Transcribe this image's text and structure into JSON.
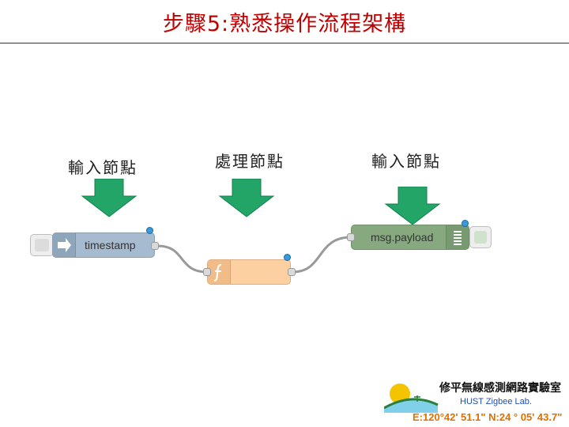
{
  "slide": {
    "title": "步驟5:熟悉操作流程架構"
  },
  "annotations": [
    {
      "label": "輸入節點"
    },
    {
      "label": "處理節點"
    },
    {
      "label": "輸入節點"
    }
  ],
  "flow": {
    "nodes": [
      {
        "type": "inject",
        "label": "timestamp",
        "color": "#a6bbcf"
      },
      {
        "type": "function",
        "label": "",
        "icon": "function-icon",
        "color": "#fdd0a2"
      },
      {
        "type": "debug",
        "label": "msg.payload",
        "color": "#87a980"
      }
    ]
  },
  "logo": {
    "title": "修平無線感測網路實驗室",
    "subtitle": "HUST Zigbee Lab.",
    "coords": "E:120°42' 51.1\"  N:24 ° 05' 43.7\""
  },
  "colors": {
    "title": "#c00000",
    "arrow": "#22a567",
    "wire": "#999999",
    "changed_dot": "#3a9ad9"
  }
}
